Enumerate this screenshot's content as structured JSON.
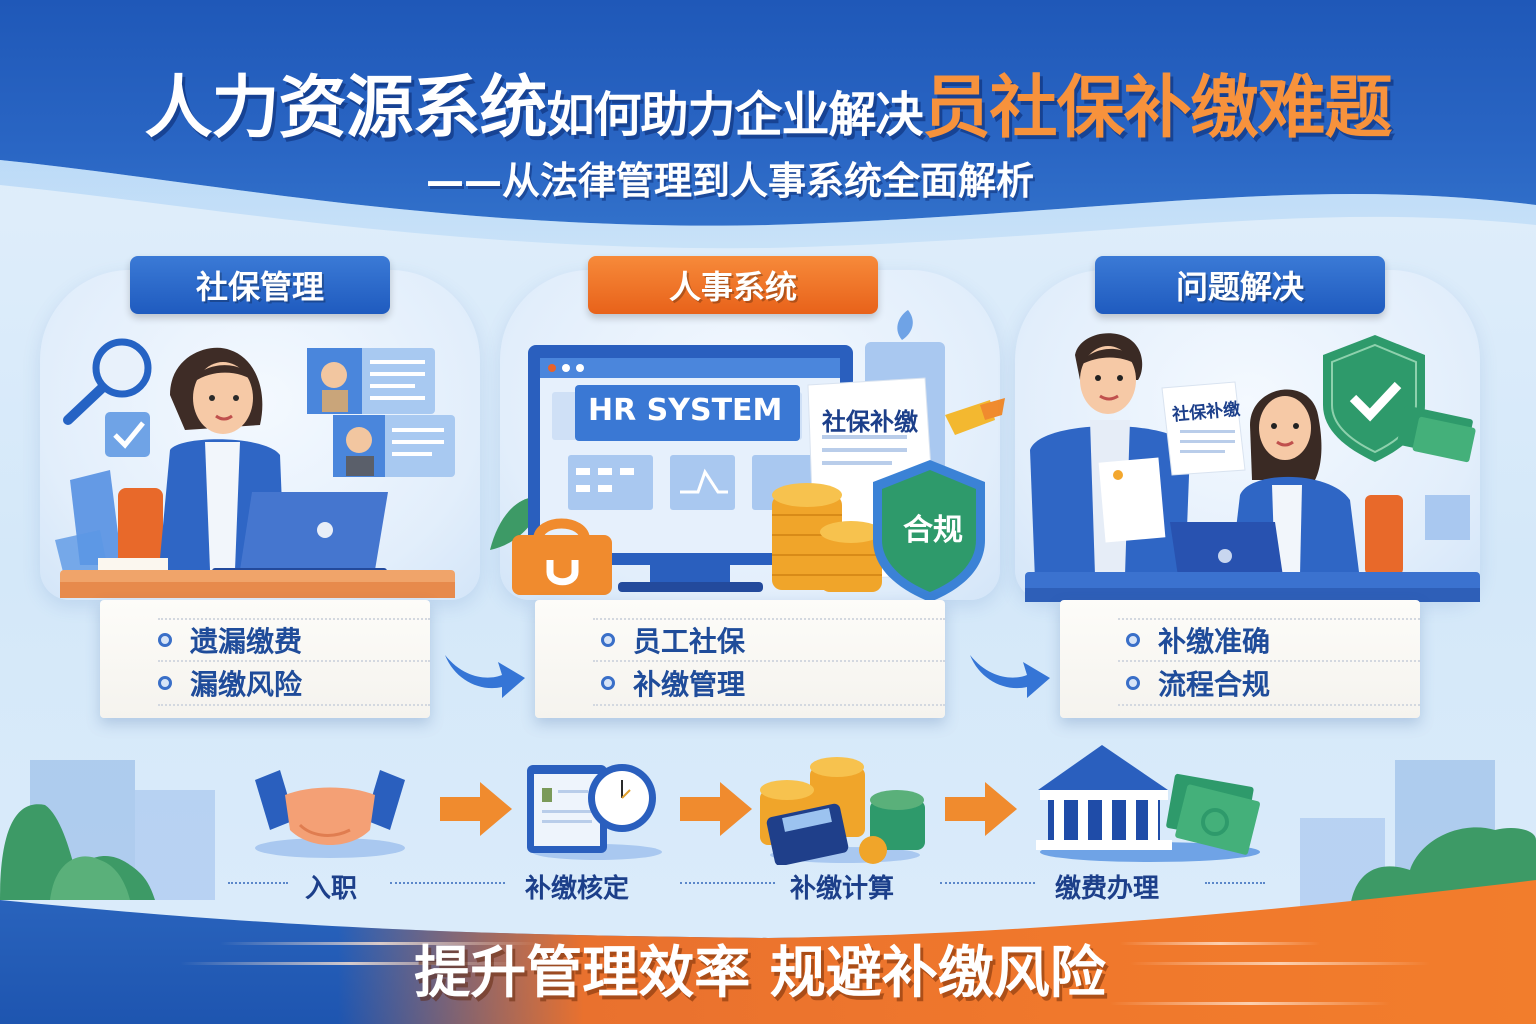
{
  "header": {
    "title_part1": "人力资源系统",
    "title_part2": "如何助力企业解决",
    "title_part3": "员社保补缴难题",
    "subtitle": "——从法律管理到人事系统全面解析"
  },
  "panels": [
    {
      "tag": "社保管理",
      "tag_color": "#2563c4",
      "items": [
        "遗漏缴费",
        "漏缴风险"
      ],
      "illustration": "hr-woman-at-laptop"
    },
    {
      "tag": "人事系统",
      "tag_color": "#ee6d24",
      "monitor_label": "HR SYSTEM",
      "document_label": "社保补缴",
      "shield_label": "合规",
      "items": [
        "员工社保",
        "补缴管理"
      ],
      "illustration": "hr-system-monitor"
    },
    {
      "tag": "问题解决",
      "tag_color": "#2563c4",
      "document_label": "社保补缴",
      "items": [
        "补缴准确",
        "流程合规"
      ],
      "illustration": "two-employees-with-documents"
    }
  ],
  "flow": {
    "steps": [
      {
        "label": "入职",
        "icon": "handshake-icon"
      },
      {
        "label": "补缴核定",
        "icon": "clipboard-clock-icon"
      },
      {
        "label": "补缴计算",
        "icon": "coins-calculator-icon"
      },
      {
        "label": "缴费办理",
        "icon": "bank-money-icon"
      }
    ]
  },
  "banner": {
    "text": "提升管理效率  规避补缴风险"
  },
  "colors": {
    "header_blue": "#2160bd",
    "accent_orange": "#f7923c",
    "banner_orange": "#ee7430",
    "text_navy": "#1f4c9a",
    "shield_green": "#2e9a6b"
  }
}
